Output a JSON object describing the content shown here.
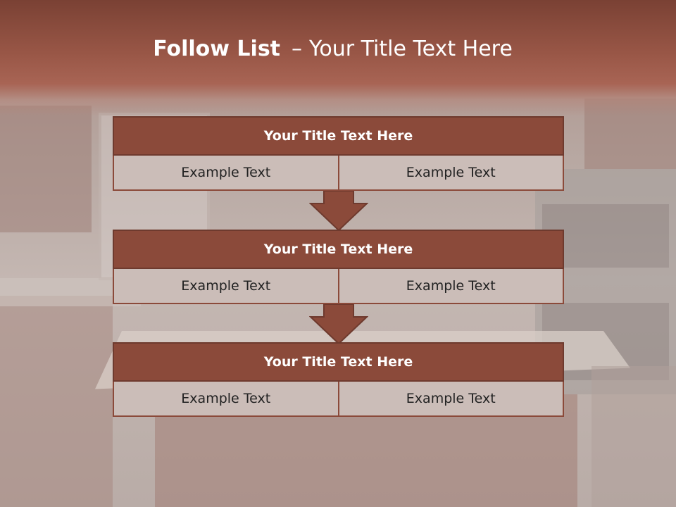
{
  "slide": {
    "title_bold": "Follow List",
    "title_separator": "–",
    "title_rest": "Your Title Text Here"
  },
  "blocks": [
    {
      "title": "Your Title Text Here",
      "left": "Example Text",
      "right": "Example Text"
    },
    {
      "title": "Your Title Text Here",
      "left": "Example Text",
      "right": "Example Text"
    },
    {
      "title": "Your Title Text Here",
      "left": "Example Text",
      "right": "Example Text"
    }
  ],
  "colors": {
    "header_fill": "#8b4a3a",
    "cell_fill": "#cbbdb8",
    "title_bar": "#985646",
    "arrow_fill": "#8b4a3a"
  },
  "icons": {
    "connector": "down-arrow-icon"
  }
}
